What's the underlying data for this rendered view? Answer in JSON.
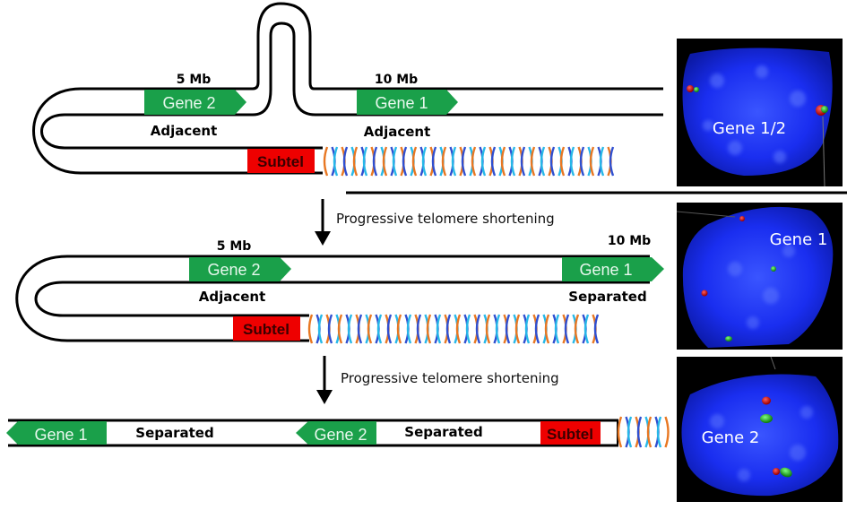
{
  "figure": {
    "description": "Telomere position effect over long distances: chromosome looping and gene separation with telomere shortening",
    "colors": {
      "gene": "#1aa04a",
      "subtel": "#ee0000",
      "helix_orange": "#e87722",
      "helix_blue": "#2f4fd0",
      "helix_cyan": "#27b8e8",
      "nucleus": "#1a2ef0",
      "fish_red": "#d01010",
      "fish_green": "#20c020"
    },
    "panels": [
      {
        "id": "long-telomere",
        "markers": [
          {
            "text": "5 Mb"
          },
          {
            "text": "10 Mb"
          }
        ],
        "genes": [
          {
            "label": "Gene 2"
          },
          {
            "label": "Gene 1"
          }
        ],
        "status": [
          {
            "text": "Adjacent"
          },
          {
            "text": "Adjacent"
          }
        ],
        "subtel": "Subtel",
        "nucleus_label": "Gene 1/2"
      },
      {
        "id": "intermediate-telomere",
        "arrow_text": "Progressive telomere shortening",
        "markers": [
          {
            "text": "5 Mb"
          },
          {
            "text": "10 Mb"
          }
        ],
        "genes": [
          {
            "label": "Gene 2"
          },
          {
            "label": "Gene 1"
          }
        ],
        "status": [
          {
            "text": "Adjacent"
          },
          {
            "text": "Separated"
          }
        ],
        "subtel": "Subtel",
        "nucleus_label": "Gene 1"
      },
      {
        "id": "short-telomere",
        "arrow_text": "Progressive telomere shortening",
        "genes": [
          {
            "label": "Gene 1"
          },
          {
            "label": "Gene 2"
          }
        ],
        "status": [
          {
            "text": "Separated"
          },
          {
            "text": "Separated"
          }
        ],
        "subtel": "Subtel",
        "nucleus_label": "Gene 2"
      }
    ]
  }
}
